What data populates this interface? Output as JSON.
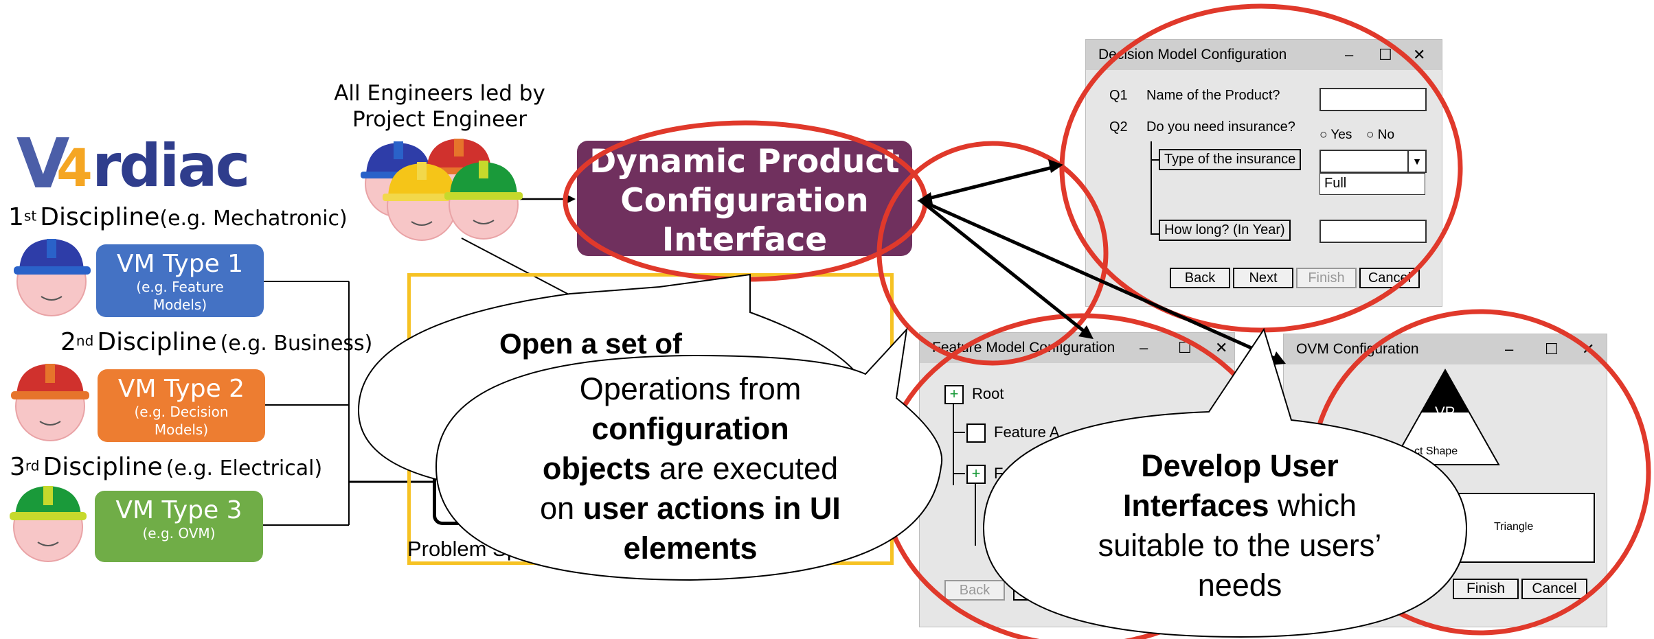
{
  "logo": {
    "text_v": "V",
    "text_4": "4",
    "text_rest": "rdiac"
  },
  "disciplines": [
    {
      "ordinal": "1",
      "sup": "st",
      "name": "Discipline",
      "example": "(e.g. Mechatronic)",
      "vm": "VM Type 1",
      "vm_example": "(e.g. Feature Models)",
      "color": "#4472c4",
      "helmet": "#2e3da8"
    },
    {
      "ordinal": "2",
      "sup": "nd",
      "name": "Discipline",
      "example": "(e.g. Business)",
      "vm": "VM Type 2",
      "vm_example": "(e.g. Decision Models)",
      "color": "#ed7d31",
      "helmet": "#d0312d"
    },
    {
      "ordinal": "3",
      "sup": "rd",
      "name": "Discipline",
      "example": "(e.g. Electrical)",
      "vm": "VM Type 3",
      "vm_example": "(e.g. OVM)",
      "color": "#70ad47",
      "helmet": "#1a9a3a"
    }
  ],
  "engineers_label": [
    "All Engineers led by",
    "Project Engineer"
  ],
  "dpci": [
    "Dynamic Product",
    "Configuration",
    "Interface"
  ],
  "problem_space": "Problem Space",
  "bubble_open": "Open a set of",
  "bubble_ops": {
    "l1": "Operations from",
    "l2": "configuration",
    "l3a": "objects",
    "l3b": " are executed",
    "l4a": "on ",
    "l4b": "user actions in UI",
    "l5": "elements"
  },
  "bubble_develop": {
    "l1": "Develop User",
    "l2a": "Interfaces",
    "l2b": " which",
    "l3": "suitable to the users’",
    "l4": "needs"
  },
  "decision_window": {
    "title": "Decision Model Configuration",
    "q1_id": "Q1",
    "q1": "Name of the Product?",
    "q2_id": "Q2",
    "q2": "Do you need insurance?",
    "yes": "Yes",
    "no": "No",
    "type_label": "Type of the insurance",
    "dropdown_option": "Full",
    "howlong_label": "How long? (In Year)",
    "buttons": [
      "Back",
      "Next",
      "Finish",
      "Cancel"
    ]
  },
  "feature_window": {
    "title": "Feature Model Configuration",
    "root": "Root",
    "feature_a": "Feature A",
    "feature_b_partial": "Fe",
    "back": "Back"
  },
  "ovm_window": {
    "title": "OVM Configuration",
    "vp": "VP",
    "shape_partial": "ct Shape",
    "triangle": "Triangle",
    "finish": "Finish",
    "cancel": "Cancel"
  },
  "colors": {
    "ring": "#e0392b",
    "dpci": "#70305e",
    "problem_box": "#f6c223"
  }
}
